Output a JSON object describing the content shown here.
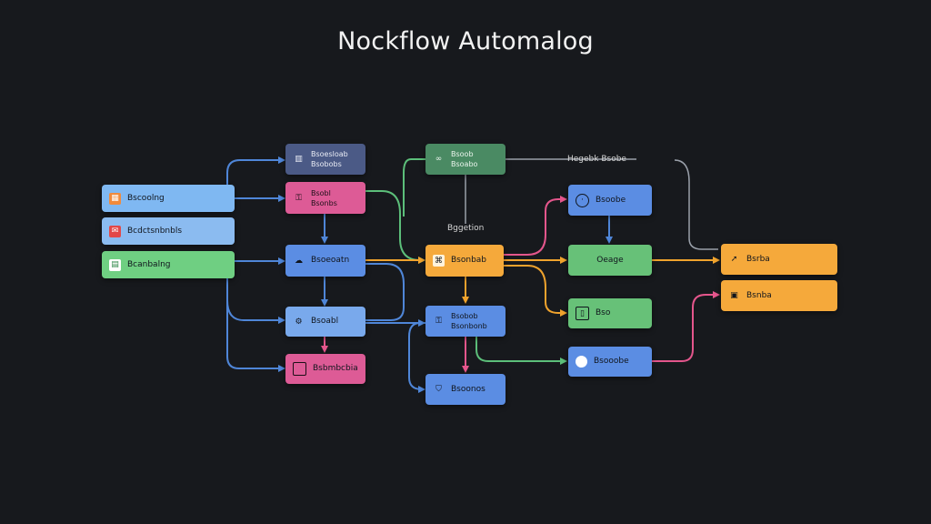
{
  "title": "Nockflow Automalog",
  "labels": {
    "top_right": "Hegebk Bsobe",
    "middle": "Bggetion"
  },
  "nodes": {
    "in_1": {
      "label": "Bscoolng",
      "icon": "calendar-icon"
    },
    "in_2": {
      "label": "Bcdctsnbnbls",
      "icon": "mail-icon"
    },
    "in_3": {
      "label": "Bcanbalng",
      "icon": "sheet-icon"
    },
    "c2_top": {
      "line1": "Bsoesloab",
      "line2": "Bsobobs",
      "icon": "database-icon"
    },
    "c2_pink": {
      "line1": "Bsobl",
      "line2": "Bsonbs",
      "icon": "lock-icon"
    },
    "c2_mid": {
      "label": "Bsoeoatn",
      "icon": "cloud-icon"
    },
    "c2_lower": {
      "label": "Bsoabl",
      "icon": "gear-icon"
    },
    "c2_bottom": {
      "label": "Bsbmbcbia",
      "icon": "chat-icon"
    },
    "c3_green": {
      "line1": "Bsoob",
      "line2": "Bsoabo",
      "icon": "link-icon"
    },
    "c3_orange": {
      "label": "Bsonbab",
      "icon": "code-icon"
    },
    "c3_blue": {
      "line1": "Bsobob",
      "line2": "Bsonbonb",
      "icon": "lock-icon"
    },
    "c3_bottom": {
      "label": "Bsoonos",
      "icon": "shield-icon"
    },
    "c4_top": {
      "label": "Bsoobe",
      "icon": "clock-icon"
    },
    "c4_green1": {
      "label": "Oeage"
    },
    "c4_green2": {
      "label": "Bso",
      "icon": "doc-icon"
    },
    "c4_blue": {
      "label": "Bsooobe",
      "icon": "disk-icon"
    },
    "out_1": {
      "label": "Bsrba",
      "icon": "arrow-icon"
    },
    "out_2": {
      "label": "Bsnba",
      "icon": "box-icon"
    }
  },
  "colors": {
    "blue": "#5b8de3",
    "light_blue": "#7fb8f2",
    "green": "#67c178",
    "dark_green": "#4a8a63",
    "pink": "#dd5b96",
    "orange": "#f5a93b",
    "slate": "#4b5a86",
    "wire_blue": "#4f86d8",
    "wire_green": "#5cbf7a",
    "wire_orange": "#f0a32d",
    "wire_pink": "#e4568c",
    "wire_gray": "#9aa0aa",
    "background": "#17191d"
  }
}
